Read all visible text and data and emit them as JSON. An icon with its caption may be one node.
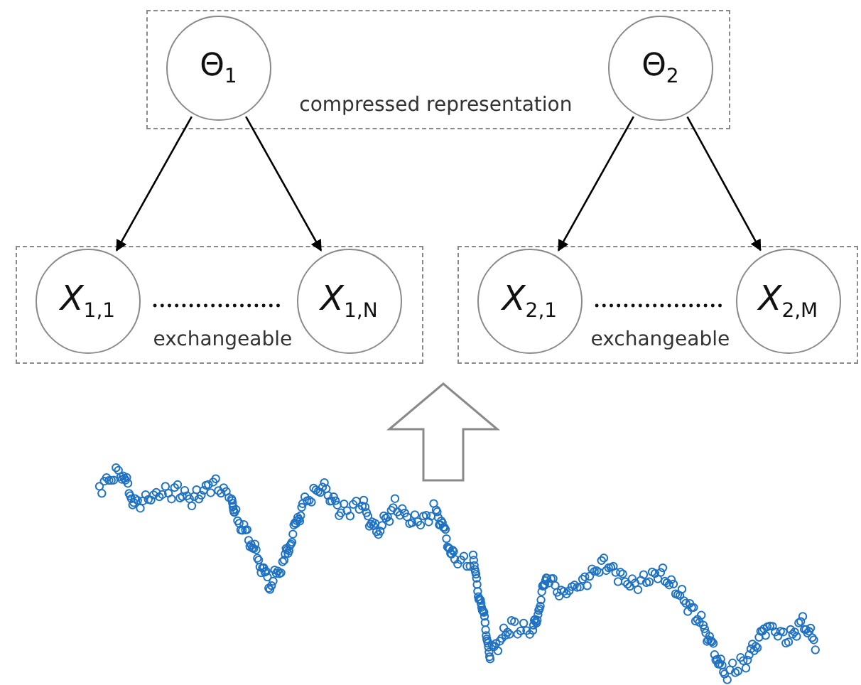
{
  "diagram": {
    "nodes": [
      {
        "text": [
          "compressed representation"
        ]
      },
      {
        "text": [
          "Θ$_{1}$"
        ],
        "in": 0
      },
      {
        "text": [
          "Θ$_{2}$"
        ],
        "in": 0
      },
      {
        "text": [
          "exchangeable"
        ]
      },
      {
        "text": [
          "*X*$_{1,1}$"
        ],
        "in": 3
      },
      {
        "text": [
          "*X*$_{1,N}$"
        ],
        "in": 3
      },
      {
        "text": [
          "exchangeable"
        ]
      },
      {
        "text": [
          "*X*$_{2,1}$"
        ],
        "in": 6
      },
      {
        "text": [
          "*X*$_{2,M}$"
        ],
        "in": 6
      },
      {
        "text": [],
        "shape": "picture"
      }
    ],
    "edges": [
      {
        "from": 1,
        "to": 4,
        "arrow": "to"
      },
      {
        "from": 1,
        "to": 5,
        "arrow": "to"
      },
      {
        "from": 2,
        "to": 7,
        "arrow": "to"
      },
      {
        "from": 2,
        "to": 8,
        "arrow": "to"
      },
      {
        "from": 4,
        "to": 5,
        "arrow": "none",
        "style": "dashed"
      },
      {
        "from": 7,
        "to": 8,
        "arrow": "none",
        "style": "dashed"
      },
      {
        "from": 9,
        "to": null,
        "arrow": "to"
      }
    ]
  }
}
